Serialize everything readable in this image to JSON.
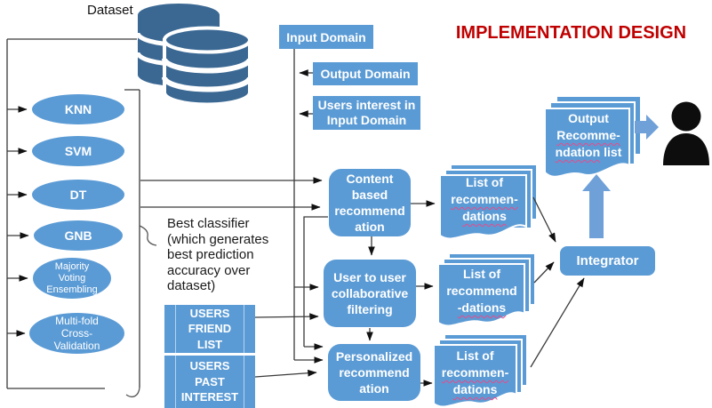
{
  "title": "IMPLEMENTATION DESIGN",
  "dataset_label": "Dataset",
  "classifiers": {
    "items": [
      {
        "label": "KNN"
      },
      {
        "label": "SVM"
      },
      {
        "label": "DT"
      },
      {
        "label": "GNB"
      },
      {
        "label": "Majority\nVoting\nEnsembling"
      },
      {
        "label": "Multi-fold\nCross-\nValidation"
      }
    ]
  },
  "note": {
    "best_classifier": "Best classifier\n(which generates\nbest prediction\naccuracy over\ndataset)"
  },
  "domain_boxes": {
    "input": "Input Domain",
    "output": "Output Domain",
    "users_interest": "Users interest in\nInput Domain"
  },
  "process_boxes": {
    "content": "Content\nbased\nrecommend\nation",
    "collaborative": "User to user\ncollaborative\nfiltering",
    "personalized": "Personalized\nrecommend\nation",
    "integrator": "Integrator"
  },
  "data_boxes": {
    "friend_list": "USERS\nFRIEND\nLIST",
    "past_interest": "USERS\nPAST\nINTEREST"
  },
  "stacks": {
    "list1": {
      "l1": "List of",
      "l2": "recommen-",
      "l3": "dations"
    },
    "list2": {
      "l1": "List of",
      "l2": "recommend",
      "l3": "-dations"
    },
    "list3": {
      "l1": "List of",
      "l2": "recommen-",
      "l3": "dations"
    },
    "output": {
      "l1": "Output",
      "l2": "Recomme-",
      "l3a": "ndation",
      "l3b": "list"
    }
  },
  "icons": {
    "database": "database-icon",
    "person": "user-icon",
    "up_arrow": "block-arrow-up-icon",
    "right_arrow": "block-arrow-right-icon"
  },
  "colors": {
    "shape_blue": "#5B9BD5",
    "cylinder_blue": "#3A6893",
    "title_red": "#C00000",
    "squiggle_pink": "#E84A8A",
    "block_arrow_blue": "#6FA0D8",
    "line_dark": "#333333"
  }
}
